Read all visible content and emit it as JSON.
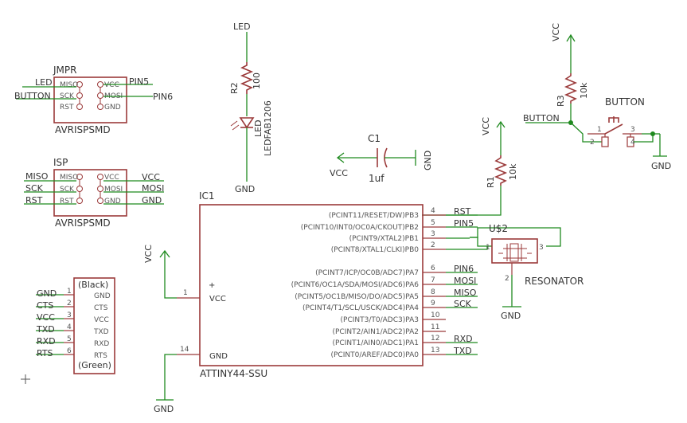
{
  "jmpr": {
    "name": "JMPR",
    "value": "AVRISPSMD",
    "pins_left": [
      "MISO",
      "SCK",
      "RST"
    ],
    "pins_right": [
      "VCC",
      "MOSI",
      "GND"
    ],
    "nets_left": [
      "LED",
      "BUTTON"
    ],
    "nets_right": [
      "PIN5",
      "PIN6"
    ]
  },
  "isp": {
    "name": "ISP",
    "value": "AVRISPSMD",
    "pins_left": [
      "MISO",
      "SCK",
      "RST"
    ],
    "pins_right": [
      "VCC",
      "MOSI",
      "GND"
    ],
    "nets_left": [
      "MISO",
      "SCK",
      "RST"
    ],
    "nets_right": [
      "VCC",
      "MOSI",
      "GND"
    ]
  },
  "led_branch": {
    "net_top": "LED",
    "resistor_name": "R2",
    "resistor_value": "100",
    "led_name": "LED",
    "led_value": "LEDFAB1206",
    "net_bottom": "GND"
  },
  "cap": {
    "name": "C1",
    "value": "1uf",
    "net_left": "VCC",
    "net_right": "GND"
  },
  "button_branch": {
    "net_vcc": "VCC",
    "resistor_name": "R3",
    "resistor_value": "10k",
    "switch_name": "BUTTON",
    "net_button": "BUTTON",
    "pins": [
      "1",
      "2",
      "3",
      "4"
    ],
    "net_gnd": "GND"
  },
  "reset_branch": {
    "net_vcc": "VCC",
    "resistor_name": "R1",
    "resistor_value": "10k"
  },
  "ic": {
    "name": "IC1",
    "value": "ATTINY44-SSU",
    "vcc_label": "VCC",
    "gnd_label": "GND",
    "plus": "+",
    "vcc_pin": "1",
    "gnd_pin": "14",
    "net_vcc": "VCC",
    "net_gnd": "GND",
    "pins_right": [
      {
        "label": "(PCINT11/RESET/DW)PB3",
        "num": "4",
        "net": "RST"
      },
      {
        "label": "(PCINT10/INT0/OC0A/CKOUT)PB2",
        "num": "5",
        "net": "PIN5"
      },
      {
        "label": "(PCINT9/XTAL2)PB1",
        "num": "3",
        "net": ""
      },
      {
        "label": "(PCINT8/XTAL1/CLKI)PB0",
        "num": "2",
        "net": ""
      },
      {
        "label": "(PCINT7/ICP/OC0B/ADC7)PA7",
        "num": "6",
        "net": "PIN6"
      },
      {
        "label": "(PCINT6/OC1A/SDA/MOSI/ADC6)PA6",
        "num": "7",
        "net": "MOSI"
      },
      {
        "label": "(PCINT5/OC1B/MISO/DO/ADC5)PA5",
        "num": "8",
        "net": "MISO"
      },
      {
        "label": "(PCINT4/T1/SCL/USCK/ADC4)PA4",
        "num": "9",
        "net": "SCK"
      },
      {
        "label": "(PCINT3/T0/ADC3)PA3",
        "num": "10",
        "net": ""
      },
      {
        "label": "(PCINT2/AIN1/ADC2)PA2",
        "num": "11",
        "net": ""
      },
      {
        "label": "(PCINT1/AIN0/ADC1)PA1",
        "num": "12",
        "net": "RXD"
      },
      {
        "label": "(PCINT0/AREF/ADC0)PA0",
        "num": "13",
        "net": "TXD"
      }
    ]
  },
  "resonator": {
    "name": "U$2",
    "value": "RESONATOR",
    "pins": [
      "1",
      "2",
      "3"
    ],
    "net_gnd": "GND"
  },
  "ftdi": {
    "top": "(Black)",
    "bottom": "(Green)",
    "pins": [
      {
        "net": "GND",
        "num": "1",
        "label": "GND"
      },
      {
        "net": "CTS",
        "num": "2",
        "label": "CTS"
      },
      {
        "net": "VCC",
        "num": "3",
        "label": "VCC"
      },
      {
        "net": "TXD",
        "num": "4",
        "label": "TXD"
      },
      {
        "net": "RXD",
        "num": "5",
        "label": "RXD"
      },
      {
        "net": "RTS",
        "num": "6",
        "label": "RTS"
      }
    ]
  },
  "colors": {
    "wire": "#1f8a1f",
    "part": "#9b3a3a",
    "text": "#333333",
    "background": "#ffffff"
  }
}
